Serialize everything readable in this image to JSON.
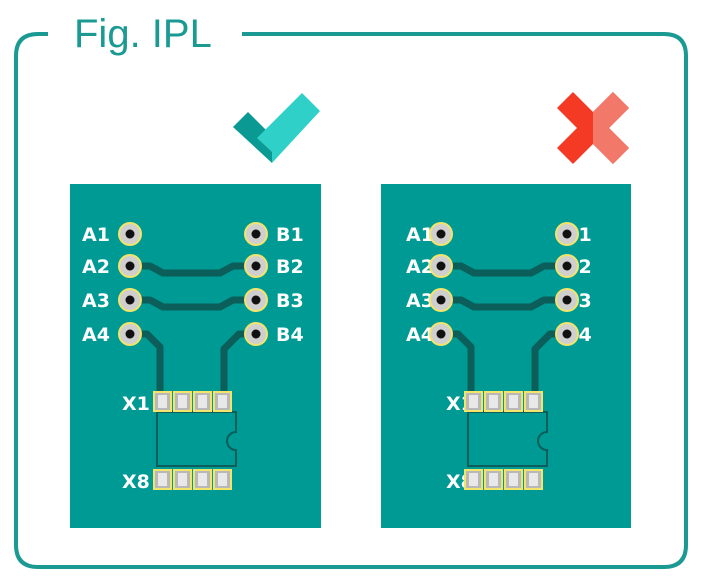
{
  "figure": {
    "title": "Fig. IPL",
    "colors": {
      "frame": "#1a9a93",
      "board": "#009a94",
      "trace": "#0b5e59",
      "pad_ring": "#f3e46a",
      "label": "#ffffff",
      "check_dark": "#0b9a93",
      "check_light": "#2ed0c7",
      "cross_dark": "#f43a24",
      "cross_light": "#f2786a"
    }
  },
  "panels": [
    {
      "id": "correct",
      "status_icon": "check-icon",
      "pins_left": [
        "A1",
        "A2",
        "A3",
        "A4"
      ],
      "pins_right": [
        "B1",
        "B2",
        "B3",
        "B4"
      ],
      "chip_labels": [
        "X1",
        "X8"
      ]
    },
    {
      "id": "incorrect",
      "status_icon": "cross-icon",
      "pins_left": [
        "A1",
        "A2",
        "A3",
        "A4"
      ],
      "pins_right": [
        "B1",
        "B2",
        "B3",
        "B4"
      ],
      "chip_labels": [
        "X1",
        "X8"
      ]
    }
  ]
}
